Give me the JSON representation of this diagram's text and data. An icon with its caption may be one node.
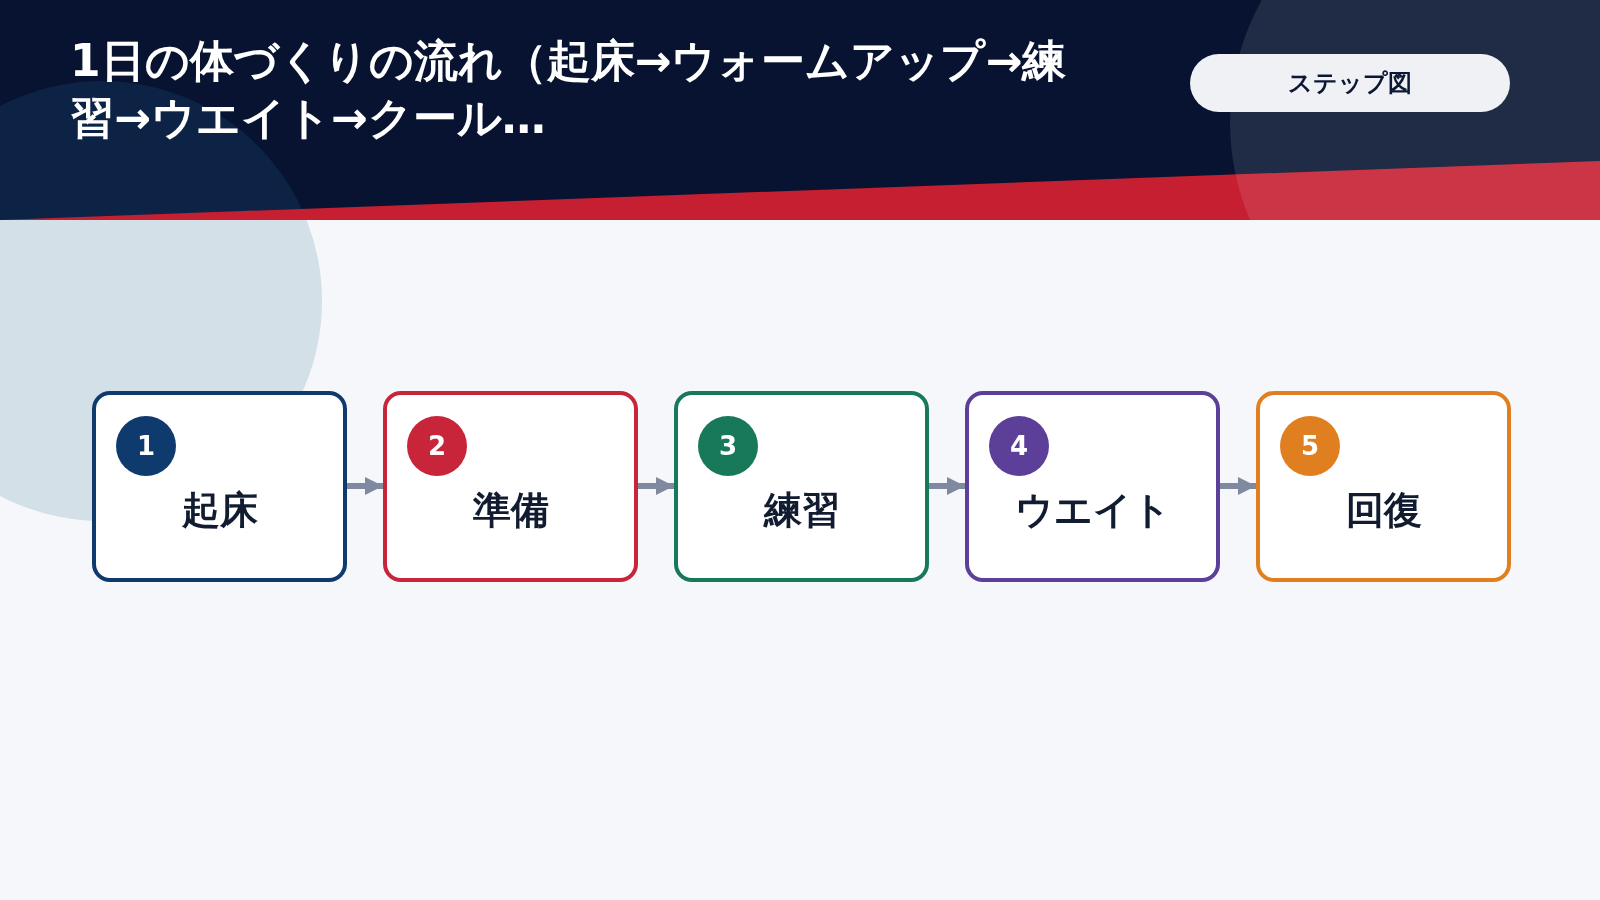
{
  "diagram": {
    "title": "1日の体づくりの流れ（起床→ウォームアップ→練習→ウエイト→クール…",
    "nodes": [
      {
        "text": [
          "1",
          "起床"
        ]
      },
      {
        "text": [
          "2",
          "準備"
        ]
      },
      {
        "text": [
          "3",
          "練習"
        ]
      },
      {
        "text": [
          "4",
          "ウエイト"
        ]
      },
      {
        "text": [
          "5",
          "回復"
        ]
      }
    ],
    "edges": [
      {
        "from": 0,
        "to": 1,
        "arrow": "to"
      },
      {
        "from": 1,
        "to": 2,
        "arrow": "to"
      },
      {
        "from": 2,
        "to": 3,
        "arrow": "to"
      },
      {
        "from": 3,
        "to": 4,
        "arrow": "to"
      }
    ],
    "labels": [
      "ステップ図"
    ]
  }
}
